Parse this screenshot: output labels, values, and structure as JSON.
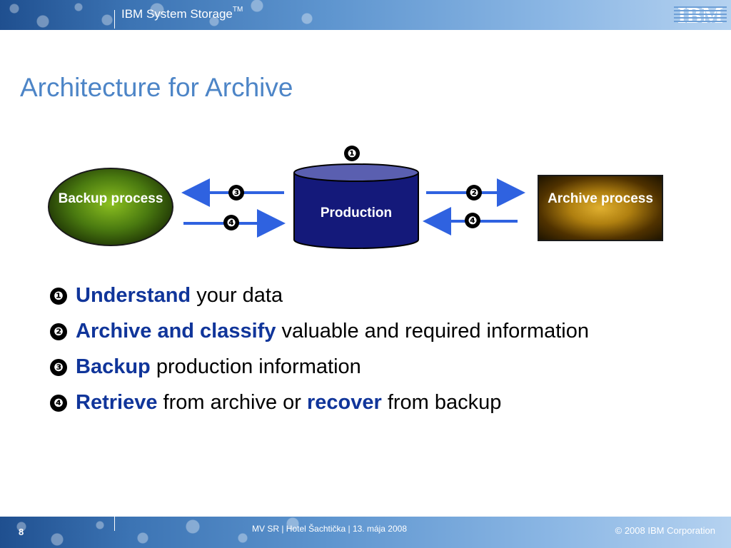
{
  "header": {
    "product": "IBM System Storage",
    "trademark": "TM",
    "logo_text": "IBM",
    "logo_color": "#ffffff"
  },
  "title": "Architecture for Archive",
  "diagram": {
    "backup": "Backup process",
    "production": "Production",
    "archive": "Archive process",
    "markers": {
      "top": "❶",
      "backup_out": "❸",
      "backup_in": "❹",
      "archive_out": "❷",
      "archive_in": "❹"
    },
    "colors": {
      "arrow": "#2f62e0",
      "cylinder_fill": "#14197a",
      "cylinder_top": "#5a5fb0"
    }
  },
  "bullets": [
    {
      "num": "❶",
      "keyword": "Understand",
      "rest": " your data"
    },
    {
      "num": "❷",
      "keyword": "Archive and classify",
      "rest": " valuable and required information"
    },
    {
      "num": "❸",
      "keyword": "Backup",
      "rest": " production information"
    },
    {
      "num": "❹",
      "keyword": "Retrieve",
      "rest": " from archive or ",
      "keyword2": "recover",
      "rest2": " from backup"
    }
  ],
  "footer": {
    "page": "8",
    "event": "MV SR | Hotel Šachtička | 13. mája 2008",
    "copyright": "© 2008 IBM Corporation"
  }
}
